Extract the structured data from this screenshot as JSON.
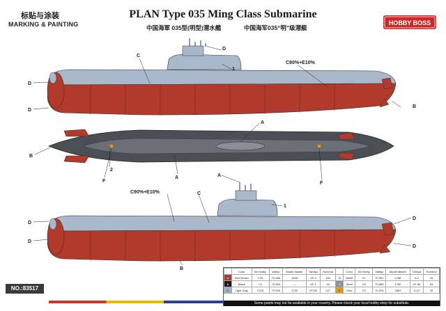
{
  "header": {
    "title_cn": "标贴与涂装",
    "title_en": "MARKING & PAINTING",
    "main_title": "PLAN Type 035 Ming Class Submarine",
    "subtitle_left": "中国海軍 035型(明型)潜水艦",
    "subtitle_right": "中国海军035“明”级潜艇",
    "brand": "HOBBY BOSS"
  },
  "callouts": {
    "top": {
      "d1": "D",
      "d2": "D",
      "d3": "D",
      "one": "1",
      "c": "C",
      "mix": "C90%+E10%",
      "b": "B"
    },
    "plan": {
      "a1": "A",
      "b": "B",
      "two": "2",
      "f1": "F",
      "f2": "F",
      "a2": "A"
    },
    "bottom": {
      "a": "A",
      "one": "1",
      "mix": "C90%+E10%",
      "c": "C",
      "d1": "D",
      "d2": "D",
      "d3": "D",
      "b": "B"
    }
  },
  "footer": {
    "number": "NO.:83517",
    "note": "Some paints may not be available in your country. Please check your local hobby shop for substitute."
  },
  "legend": {
    "headers": [
      "Color",
      "Mr.Hobby",
      "Vallejo",
      "Model Master",
      "Tamiya",
      "Humbrol"
    ],
    "rows_left": [
      {
        "code": "A",
        "name": "Red Brown",
        "v": [
          "C29",
          "70.985",
          "1936",
          "XF-9",
          "160"
        ]
      },
      {
        "code": "B",
        "name": "Black",
        "v": [
          "C2",
          "70.950",
          "—",
          "XF-1",
          "33"
        ]
      },
      {
        "code": "C",
        "name": "Light Gray",
        "v": [
          "C315",
          "70.990",
          "1730",
          "XF-66",
          "127"
        ]
      }
    ],
    "rows_right": [
      {
        "code": "D",
        "name": "White",
        "v": [
          "C1",
          "70.951",
          "1768",
          "X-2",
          "34"
        ]
      },
      {
        "code": "E",
        "name": "Steel",
        "v": [
          "C8",
          "70.865",
          "1780",
          "XF-56",
          "53"
        ]
      },
      {
        "code": "F",
        "name": "Gold",
        "v": [
          "C9",
          "70.878",
          "1581",
          "X-12",
          "16"
        ]
      }
    ],
    "colors": {
      "A": "#b23a2a",
      "B": "#1a1a1a",
      "C": "#9fb0c4",
      "D": "#f4f4f4",
      "E": "#8d9196",
      "F": "#d4a017"
    }
  },
  "colors": {
    "hull_gray": "#a9b9cb",
    "hull_red": "#b23a2a",
    "dark_hull": "#4a4f56",
    "logo_red": "#cc2a2a"
  }
}
